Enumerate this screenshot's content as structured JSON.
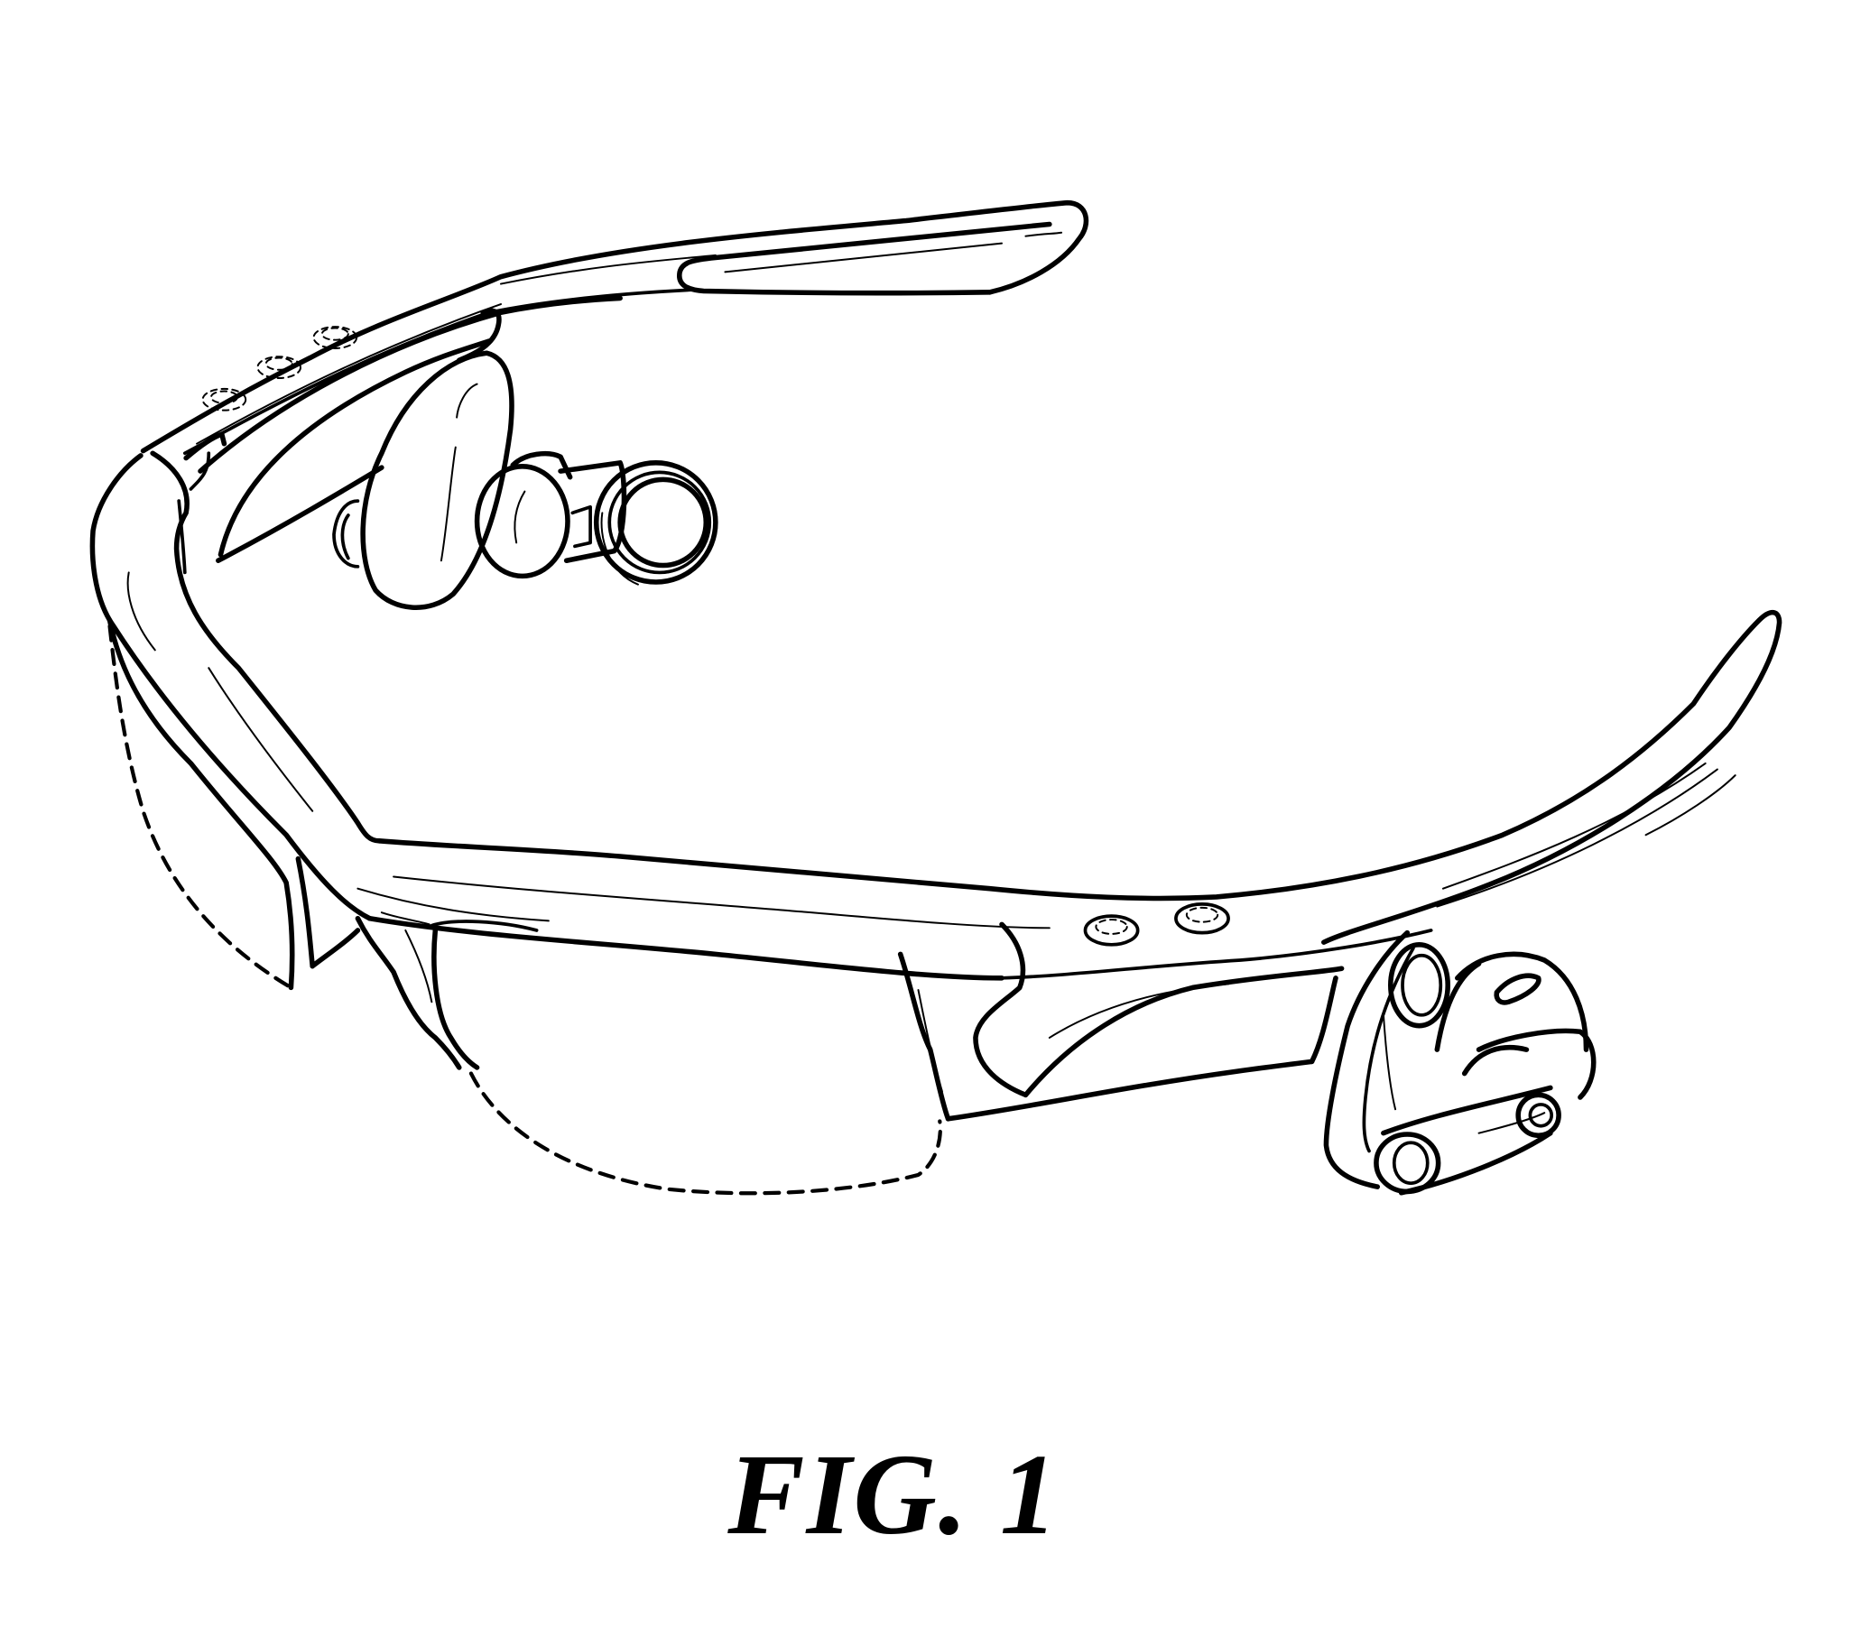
{
  "figure": {
    "label": "FIG. 1",
    "subject": "eyewear with integrated earpieces",
    "line_color": "#000000",
    "background_color": "#ffffff"
  },
  "drawing": {
    "elements": [
      {
        "name": "front-frame",
        "style": "solid"
      },
      {
        "name": "left-temple-arm",
        "style": "solid"
      },
      {
        "name": "right-temple-arm",
        "style": "solid"
      },
      {
        "name": "left-lens-outline",
        "style": "dashed"
      },
      {
        "name": "right-lens-outline",
        "style": "dashed"
      },
      {
        "name": "left-temple-buttons",
        "count": 3
      },
      {
        "name": "right-temple-buttons",
        "count": 2
      },
      {
        "name": "left-earpiece",
        "style": "solid"
      },
      {
        "name": "right-earpiece",
        "style": "solid"
      }
    ]
  }
}
